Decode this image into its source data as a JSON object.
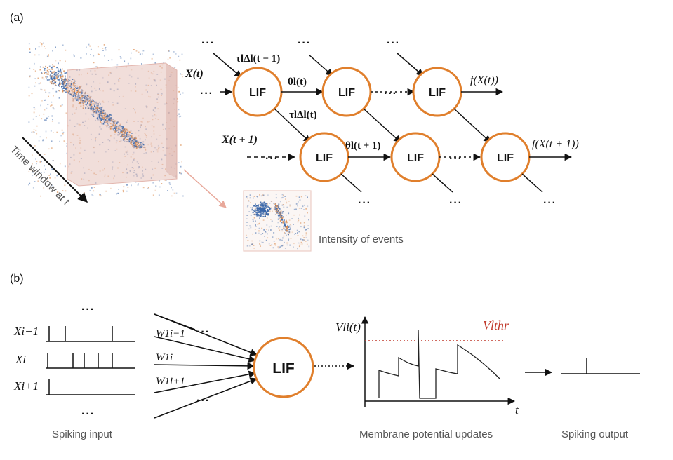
{
  "panel_a": {
    "label": "(a)",
    "time_window_label": "Time window at t",
    "intensity_label": "Intensity of events",
    "node_label": "LIF",
    "ellipsis": "···",
    "row1": {
      "input": "X(t)",
      "output": "f(X(t))",
      "tau_top": "τlΔl(t − 1)",
      "theta": "θl(t)",
      "tau_between": "τlΔl(t)"
    },
    "row2": {
      "input": "X(t + 1)",
      "output": "f(X(t + 1))",
      "theta": "θl(t + 1)"
    }
  },
  "panel_b": {
    "label": "(b)",
    "inputs": [
      "Xi−1",
      "Xi",
      "Xi+1"
    ],
    "weights": [
      "W1i−1",
      "W1i",
      "W1i+1"
    ],
    "node_label": "LIF",
    "membrane_y_label": "Vli(t)",
    "threshold_label": "Vlthr",
    "x_axis_label": "t",
    "spiking_input_label": "Spiking input",
    "membrane_label": "Membrane potential updates",
    "spiking_output_label": "Spiking output",
    "ellipsis": "···"
  },
  "colors": {
    "node_stroke": "#e07f2c",
    "threshold": "#c0392b",
    "cube_face": "#e9c9c4",
    "blue_events": "#3a66a8",
    "orange_events": "#d9884a"
  }
}
